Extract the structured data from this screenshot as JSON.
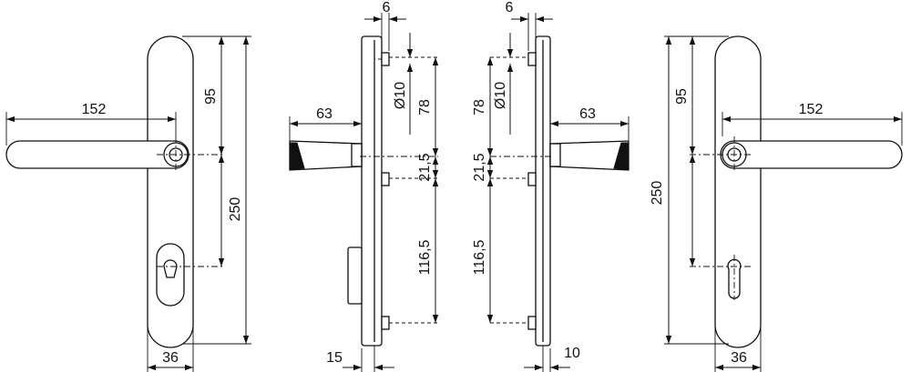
{
  "views": {
    "front_left": {
      "lever_length": "152",
      "spindle_to_cylinder": "95",
      "plate_length": "250",
      "plate_width": "36"
    },
    "side_left": {
      "screw_offset": "6",
      "lever_projection": "63",
      "hole_diameter": "Ø10",
      "top_to_screw": "78",
      "screw_to_spindle": "21,5",
      "spindle_to_bottom_screw": "116,5",
      "plate_thickness": "15"
    },
    "side_right": {
      "screw_offset": "6",
      "lever_projection": "63",
      "hole_diameter": "Ø10",
      "top_to_screw": "78",
      "screw_to_spindle": "21,5",
      "spindle_to_bottom_screw": "116,5",
      "plate_thickness": "10"
    },
    "front_right": {
      "lever_length": "152",
      "spindle_to_cylinder": "95",
      "plate_length": "250",
      "plate_width": "36"
    }
  },
  "colors": {
    "line": "#111111",
    "background": "#ffffff"
  }
}
